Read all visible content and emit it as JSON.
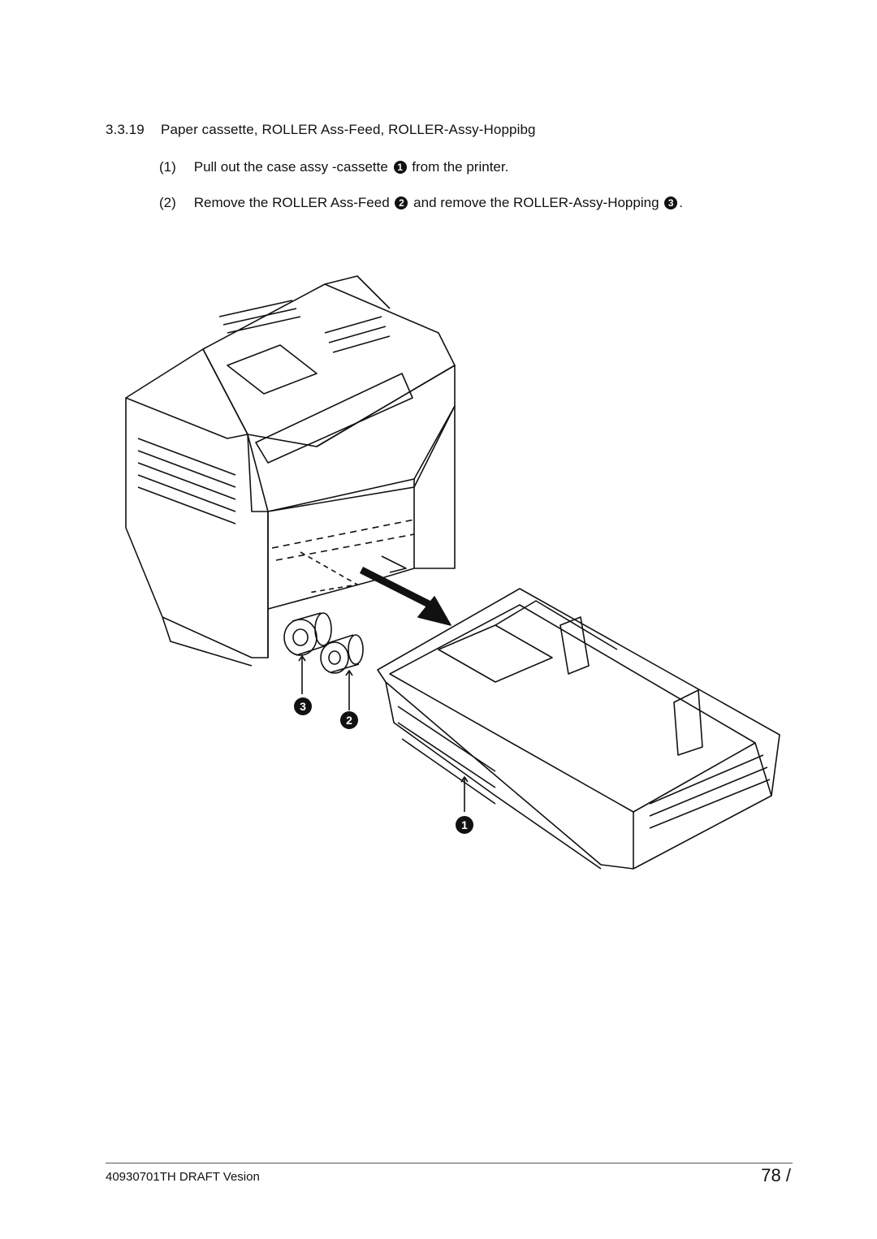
{
  "section": {
    "number": "3.3.19",
    "title": "Paper cassette, ROLLER Ass-Feed, ROLLER-Assy-Hoppibg"
  },
  "steps": [
    {
      "index": "(1)",
      "text_before": "Pull out the case assy -cassette",
      "badge": "1",
      "text_after": "from the printer."
    },
    {
      "index": "(2)",
      "text_before": "Remove the ROLLER Ass-Feed",
      "badge": "2",
      "text_middle": "and remove the ROLLER-Assy-Hopping",
      "badge2": "3",
      "text_after": "."
    }
  ],
  "figure": {
    "callouts": [
      "3",
      "2",
      "1"
    ]
  },
  "footer": {
    "doc_id": "40930701TH  DRAFT Vesion",
    "page": "78 /"
  }
}
